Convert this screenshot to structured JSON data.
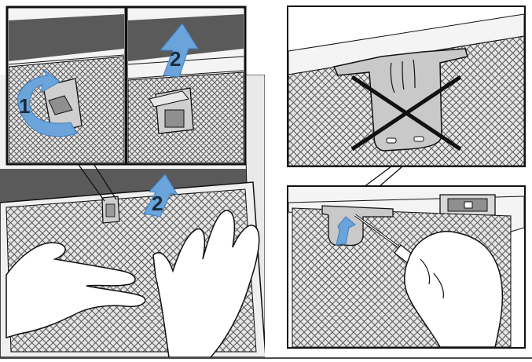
{
  "colors": {
    "panel_bg": "#ffffff",
    "frame": "#111111",
    "dark_band": "#5a5a5a",
    "mesh": "#6a6a6a",
    "mesh_bg": "#e4e4e4",
    "metal": "#c9c9c9",
    "arrow_blue": "#6aa4da",
    "arrow_blue_dark": "#3f7fc0",
    "cross": "#111111"
  },
  "steps": {
    "step1": "1",
    "step2_top": "2",
    "step2_main": "2"
  },
  "icons": {
    "rotate_arrow": "curved-arrow-icon",
    "lift_arrow": "up-arrow-icon",
    "cross": "cross-icon",
    "screwdriver": "screwdriver-icon"
  }
}
